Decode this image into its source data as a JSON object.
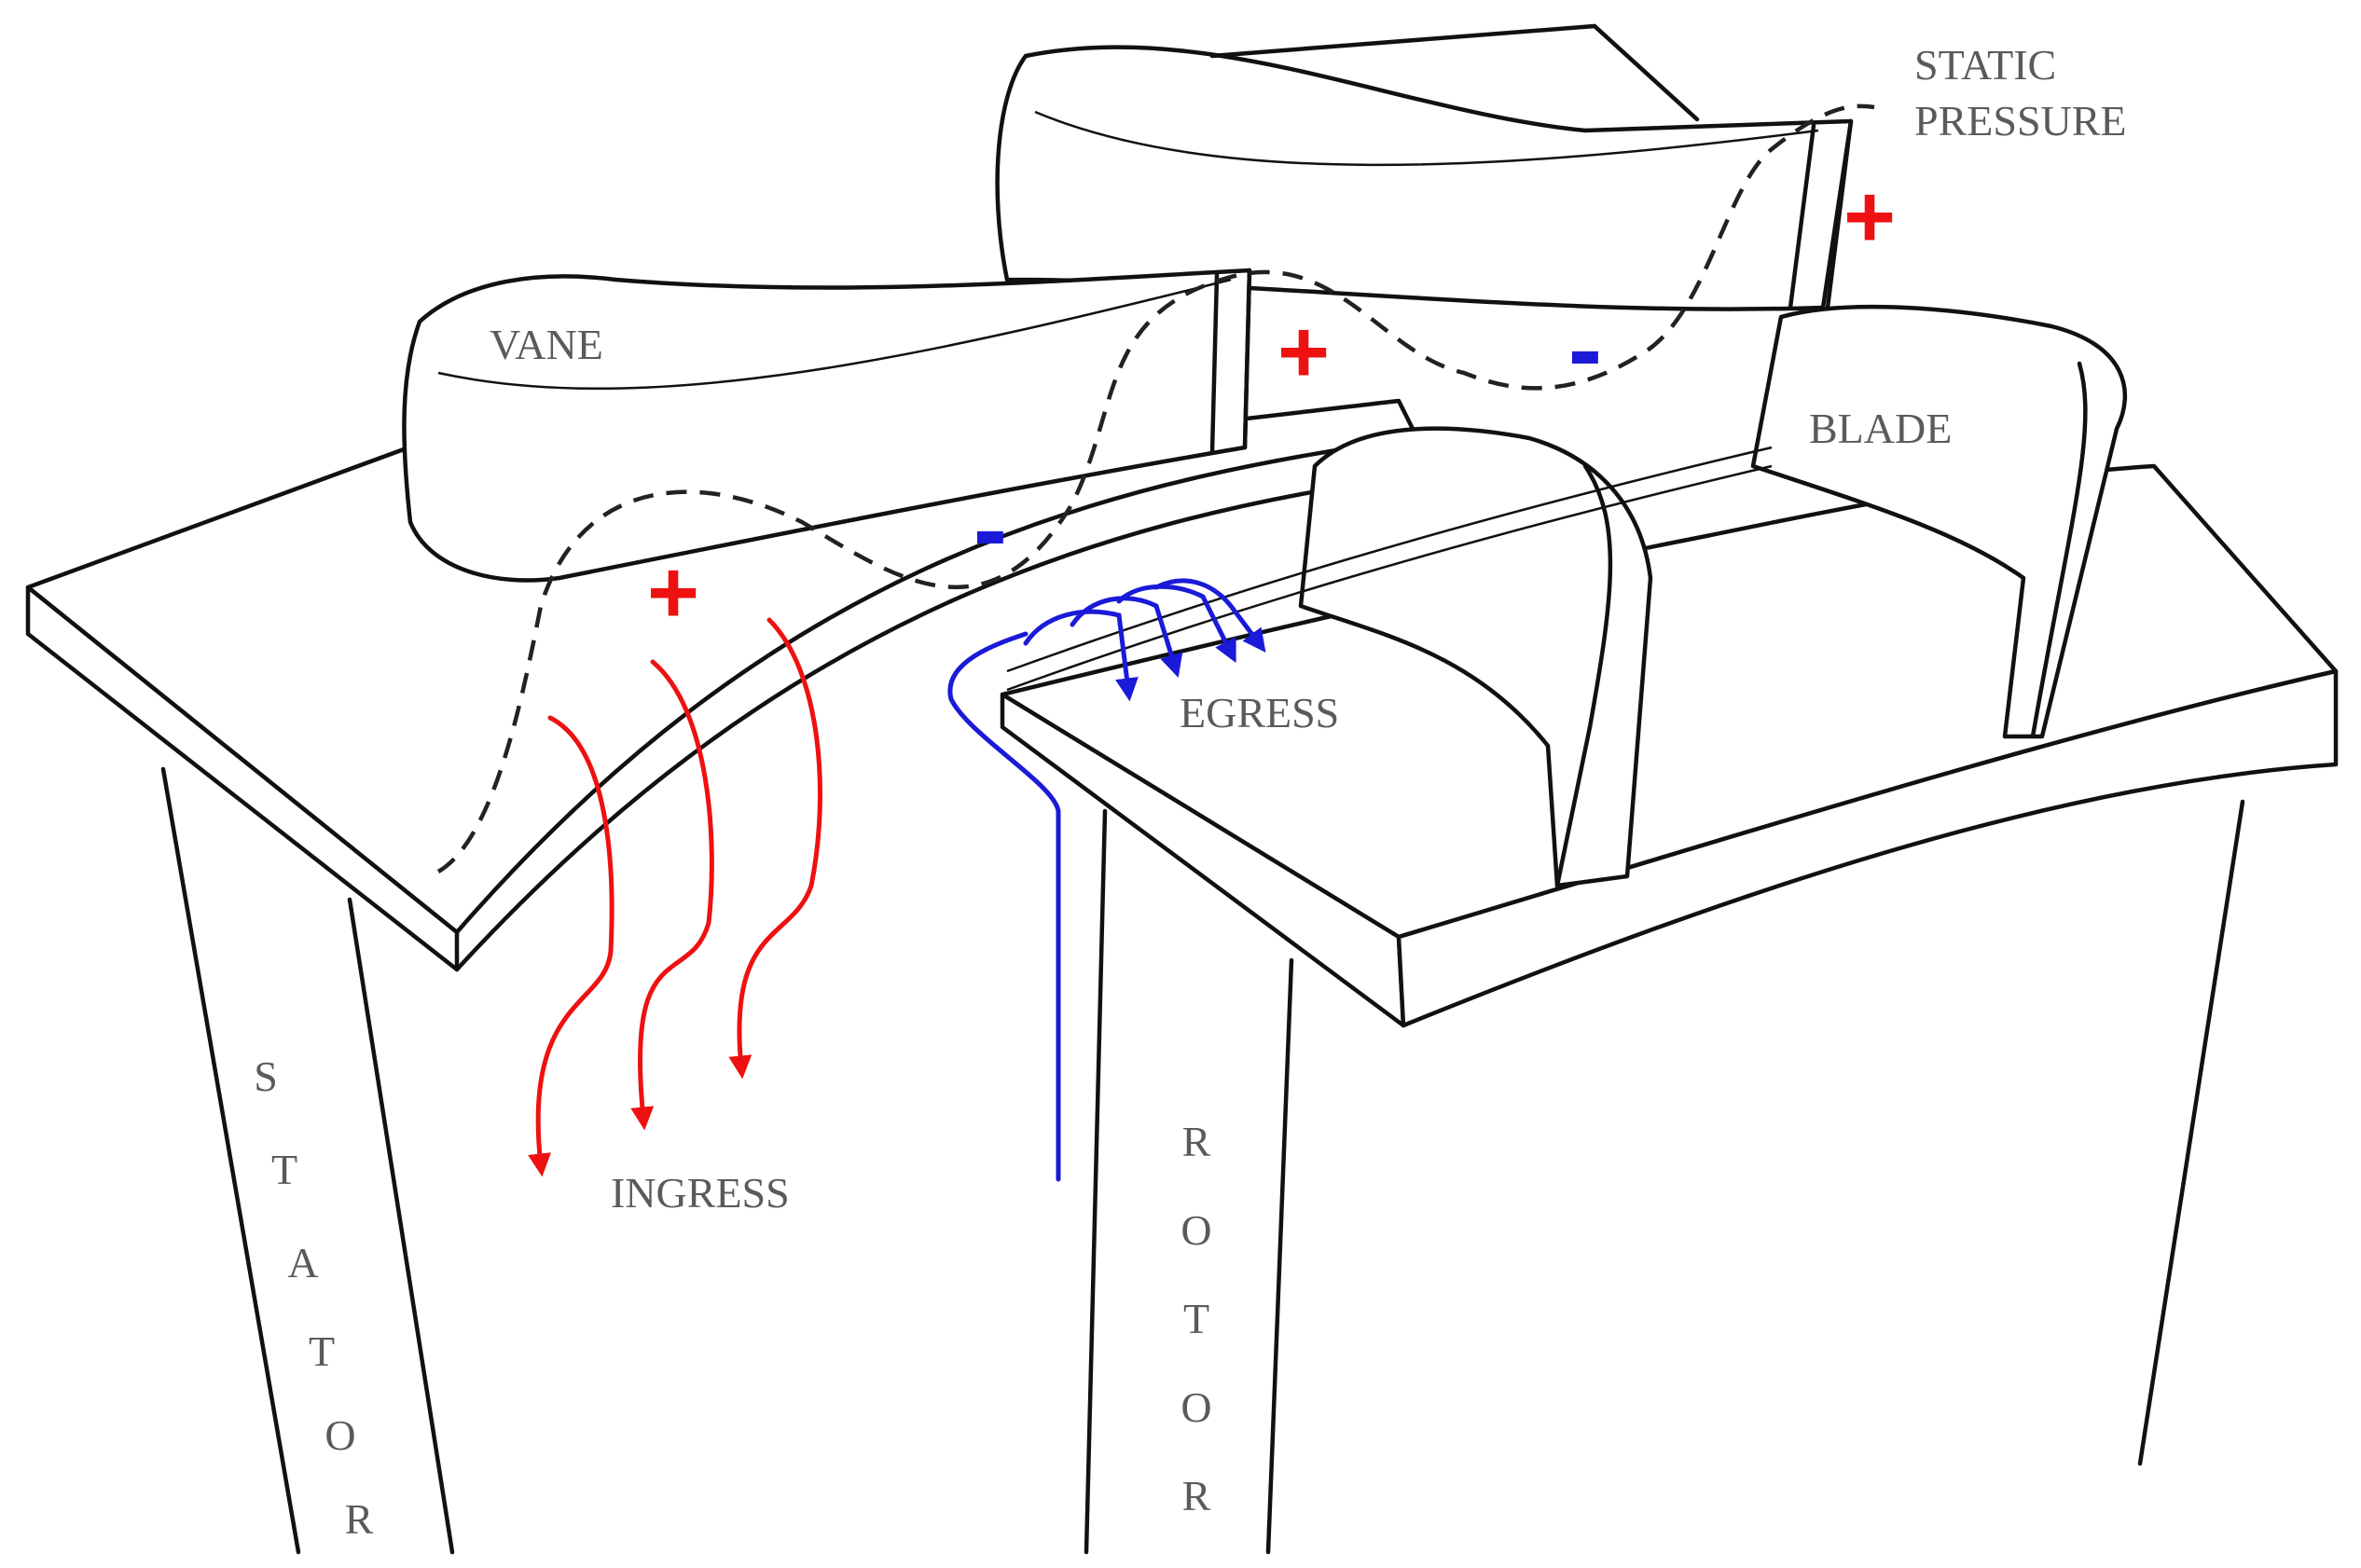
{
  "labels": {
    "static_pressure_line1": "STATIC",
    "static_pressure_line2": "PRESSURE",
    "vane": "VANE",
    "blade": "BLADE",
    "egress": "EGRESS",
    "ingress": "INGRESS"
  },
  "stator_letters": [
    "S",
    "T",
    "A",
    "T",
    "O",
    "R"
  ],
  "rotor_letters": [
    "R",
    "O",
    "T",
    "O",
    "R"
  ],
  "pressure_signs": {
    "plus_1": "+",
    "plus_2": "+",
    "plus_3": "+",
    "minus_1": "-",
    "minus_2": "-"
  },
  "colors": {
    "ingress_flow": "#ee1111",
    "egress_flow": "#1a1ad8",
    "positive_pressure": "#ee1111",
    "negative_pressure": "#1a1ad8",
    "outline": "#111111",
    "label_text": "#5a5a5a"
  }
}
